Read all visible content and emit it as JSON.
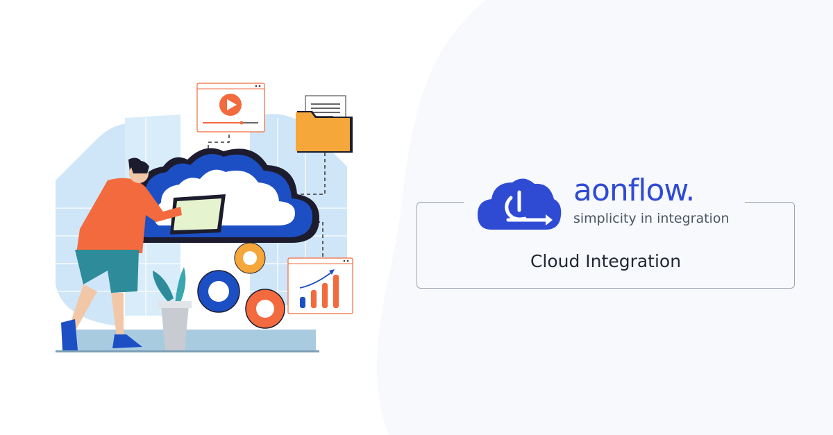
{
  "brand": {
    "name": "aonflow.",
    "tagline": "simplicity in integration",
    "logo_icon": "cloud-power-arrow-icon",
    "color": "#2f4bd4"
  },
  "card": {
    "title": "Cloud Integration"
  },
  "illustration": {
    "description_icons": [
      "cloud-icon",
      "laptop-icon",
      "video-player-icon",
      "folder-icon",
      "bar-chart-icon",
      "gear-icon",
      "plant-icon",
      "person-icon"
    ],
    "colors": {
      "cloud": "#1d4fc4",
      "accent_orange": "#f26a3d",
      "folder": "#f5a73a",
      "sky": "#cfe6f8"
    }
  }
}
